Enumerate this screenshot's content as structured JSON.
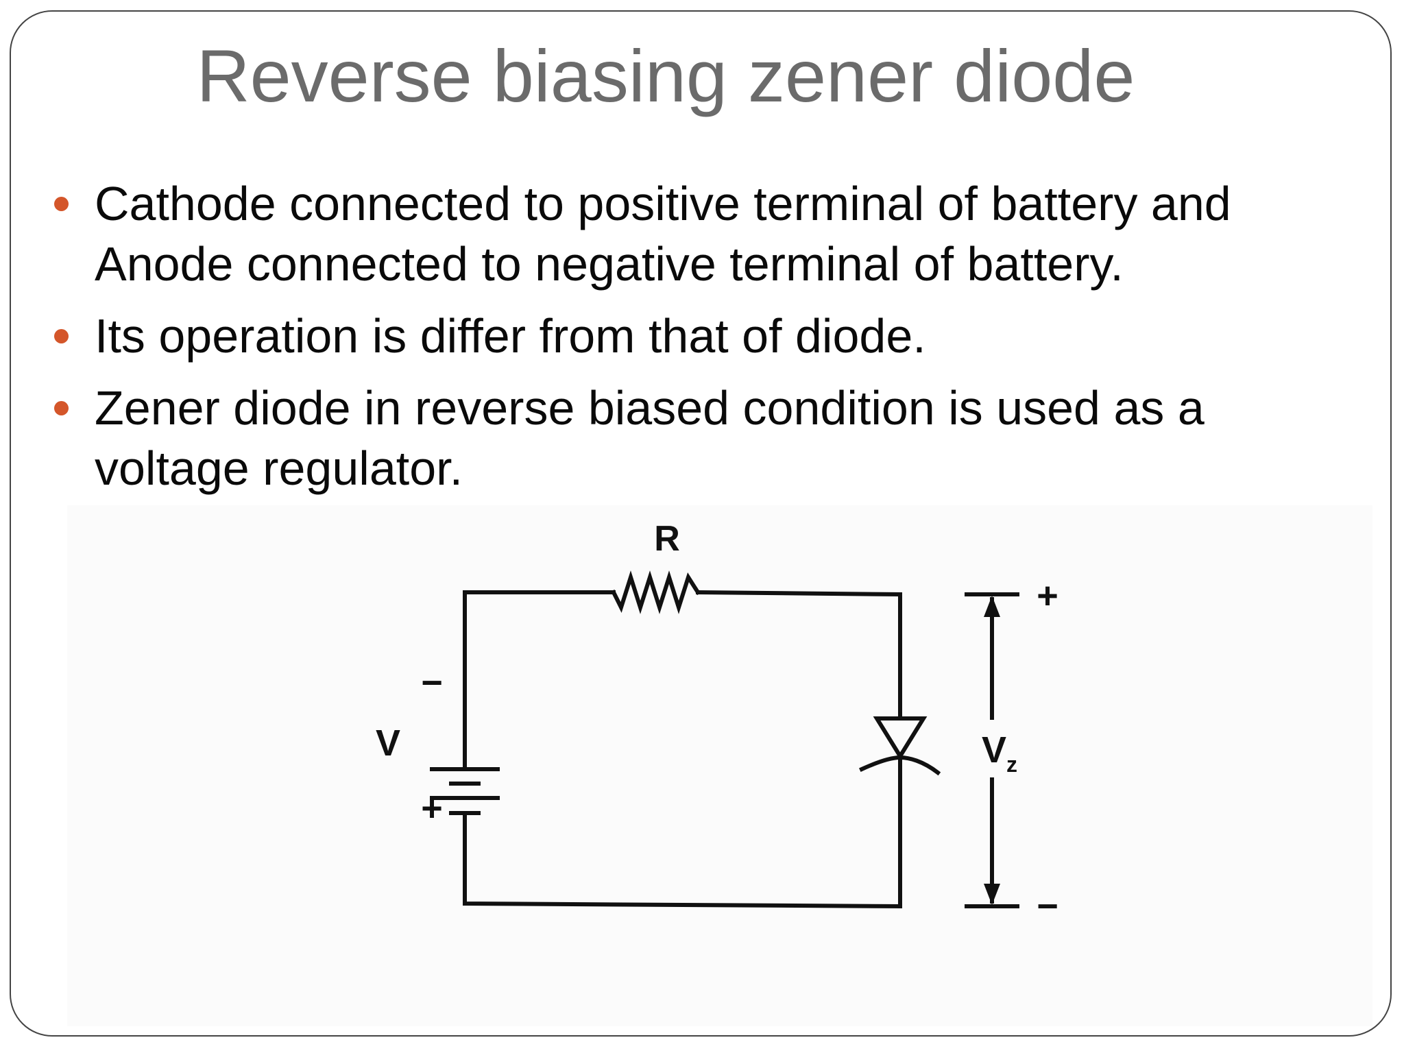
{
  "title": "Reverse biasing zener diode",
  "bullets": [
    "Cathode connected to positive terminal of battery and Anode connected to negative terminal of battery.",
    "Its operation is differ from that of diode.",
    "Zener diode in reverse biased condition is used as a voltage regulator."
  ],
  "circuit": {
    "resistor_label": "R",
    "source_label": "V",
    "source_minus": "−",
    "source_plus": "+",
    "zener_label_main": "V",
    "zener_label_sub": "z",
    "vz_plus": "+",
    "vz_minus": "−"
  },
  "colors": {
    "title": "#6b6b6b",
    "bullet_dot": "#d4562a",
    "text": "#0a0a0a",
    "border": "#444444"
  }
}
